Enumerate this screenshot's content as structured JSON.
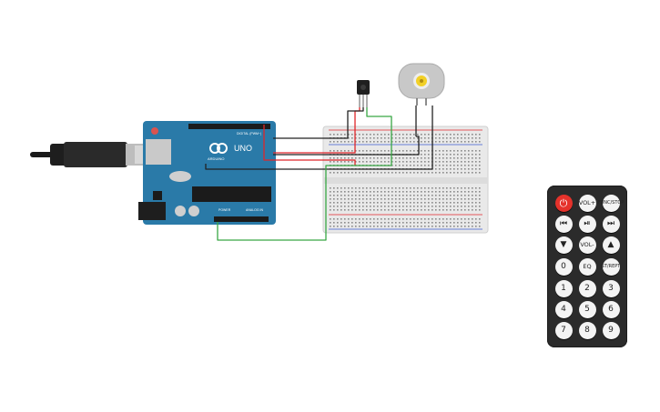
{
  "arduino": {
    "model": "UNO",
    "brand": "ARDUINO",
    "header_digital": "DIGITAL (PWM~)",
    "header_power": "POWER",
    "header_analog": "ANALOG IN"
  },
  "remote": {
    "buttons": [
      {
        "name": "power-button",
        "label": "⏻"
      },
      {
        "name": "vol-up-button",
        "label": "VOL+"
      },
      {
        "name": "func-stop-button",
        "label": "FUNC/STOP"
      },
      {
        "name": "prev-button",
        "label": "⏮"
      },
      {
        "name": "play-pause-button",
        "label": "⏯"
      },
      {
        "name": "next-button",
        "label": "⏭"
      },
      {
        "name": "down-button",
        "label": "▼"
      },
      {
        "name": "vol-down-button",
        "label": "VOL-"
      },
      {
        "name": "up-button",
        "label": "▲"
      },
      {
        "name": "digit-0-button",
        "label": "0"
      },
      {
        "name": "eq-button",
        "label": "EQ"
      },
      {
        "name": "st-rept-button",
        "label": "ST/REPT"
      },
      {
        "name": "digit-1-button",
        "label": "1"
      },
      {
        "name": "digit-2-button",
        "label": "2"
      },
      {
        "name": "digit-3-button",
        "label": "3"
      },
      {
        "name": "digit-4-button",
        "label": "4"
      },
      {
        "name": "digit-5-button",
        "label": "5"
      },
      {
        "name": "digit-6-button",
        "label": "6"
      },
      {
        "name": "digit-7-button",
        "label": "7"
      },
      {
        "name": "digit-8-button",
        "label": "8"
      },
      {
        "name": "digit-9-button",
        "label": "9"
      }
    ]
  },
  "colors": {
    "board": "#2a7aa8",
    "wire_red": "#e0262a",
    "wire_black": "#222222",
    "wire_green": "#39a845",
    "breadboard": "#e9e9e9",
    "remote_body": "#2b2b2b",
    "remote_power": "#e5322b",
    "motor_shaft": "#f2d027"
  }
}
